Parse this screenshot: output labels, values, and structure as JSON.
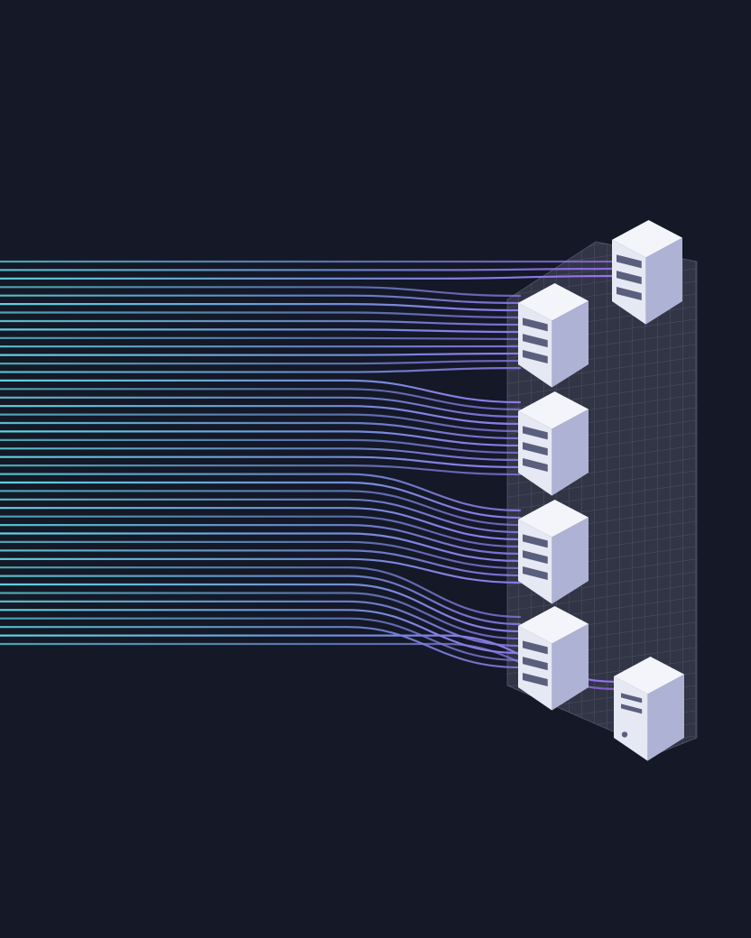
{
  "colors": {
    "background": "#141827",
    "line_start": "#5fd4dc",
    "line_mid": "#6f8fd6",
    "line_end": "#9a6ff0",
    "panel": "#9aa0b8",
    "box_top": "#f4f5fb",
    "box_left": "#e6e8f4",
    "box_right": "#aeb2d4",
    "slot": "#5b5f7e"
  },
  "diagram": {
    "description_type": "data-streams-into-server-nodes",
    "nodes": [
      {
        "id": "server-top",
        "icon": "storage-server-icon"
      },
      {
        "id": "server-1",
        "icon": "storage-server-icon"
      },
      {
        "id": "server-2",
        "icon": "storage-server-icon"
      },
      {
        "id": "server-3",
        "icon": "storage-server-icon"
      },
      {
        "id": "server-4",
        "icon": "storage-server-icon"
      },
      {
        "id": "server-bottom",
        "icon": "tower-server-icon"
      }
    ]
  }
}
